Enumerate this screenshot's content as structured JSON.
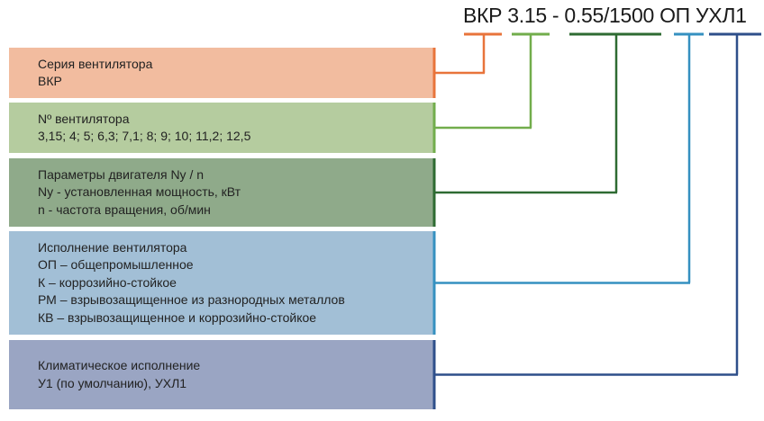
{
  "designation": "ВКР 3.15 - 0.55/1500 ОП УХЛ1",
  "boxes": [
    {
      "lines": [
        "Серия вентилятора",
        "ВКР"
      ],
      "fill": "#f2bc9f",
      "accent": "#e8743b"
    },
    {
      "lines": [
        "Nº вентилятора",
        "3,15; 4; 5; 6,3; 7,1; 8; 9; 10; 11,2; 12,5"
      ],
      "fill": "#b5cc9f",
      "accent": "#72ad4c"
    },
    {
      "lines": [
        "Параметры двигателя Nу / n",
        "Nу - установленная мощность, кВт",
        "n  - частота вращения, об/мин"
      ],
      "fill": "#8faa8a",
      "accent": "#2e6b32"
    },
    {
      "lines": [
        "Исполнение вентилятора",
        "ОП – общепромышленное",
        "К – коррозийно-стойкое",
        "РМ – взрывозащищенное из разнородных металлов",
        "КВ – взрывозащищенное и коррозийно-стойкое"
      ],
      "fill": "#a2bfd6",
      "accent": "#3590c0"
    },
    {
      "lines": [
        "Климатическое исполнение",
        "У1 (по умолчанию), УХЛ1"
      ],
      "fill": "#9aa5c3",
      "accent": "#2e4f8a"
    }
  ]
}
